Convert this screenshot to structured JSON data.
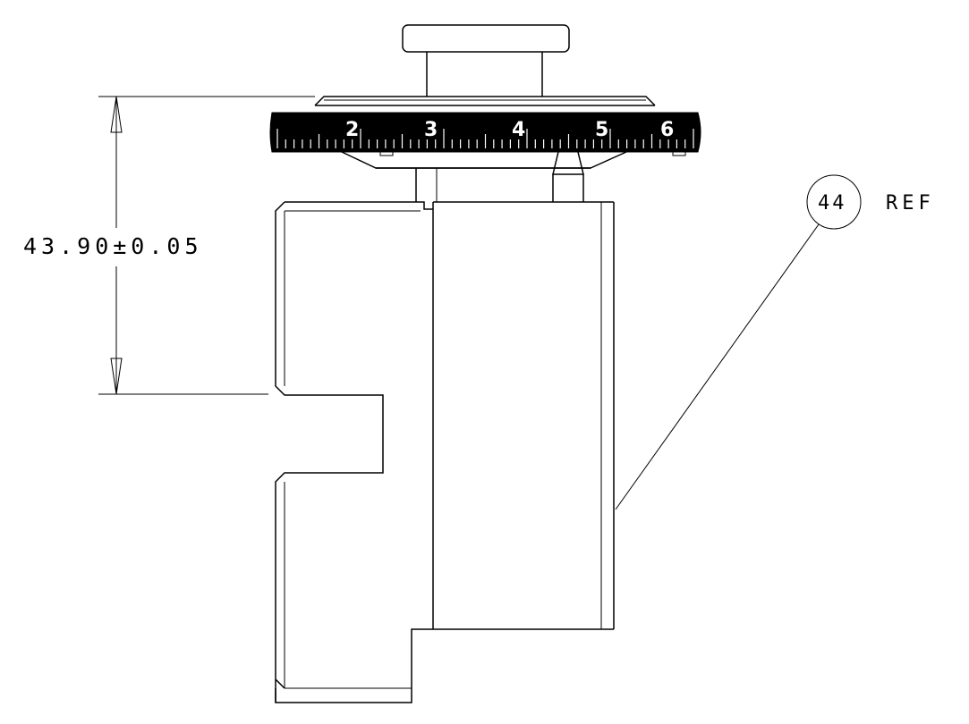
{
  "dimension": {
    "value_text": "43.90±0.05"
  },
  "callout": {
    "number": "44",
    "suffix": "REF"
  },
  "dial": {
    "numbers": [
      "2",
      "3",
      "4",
      "5",
      "6"
    ]
  },
  "colors": {
    "line": "#000000",
    "background": "#ffffff"
  }
}
